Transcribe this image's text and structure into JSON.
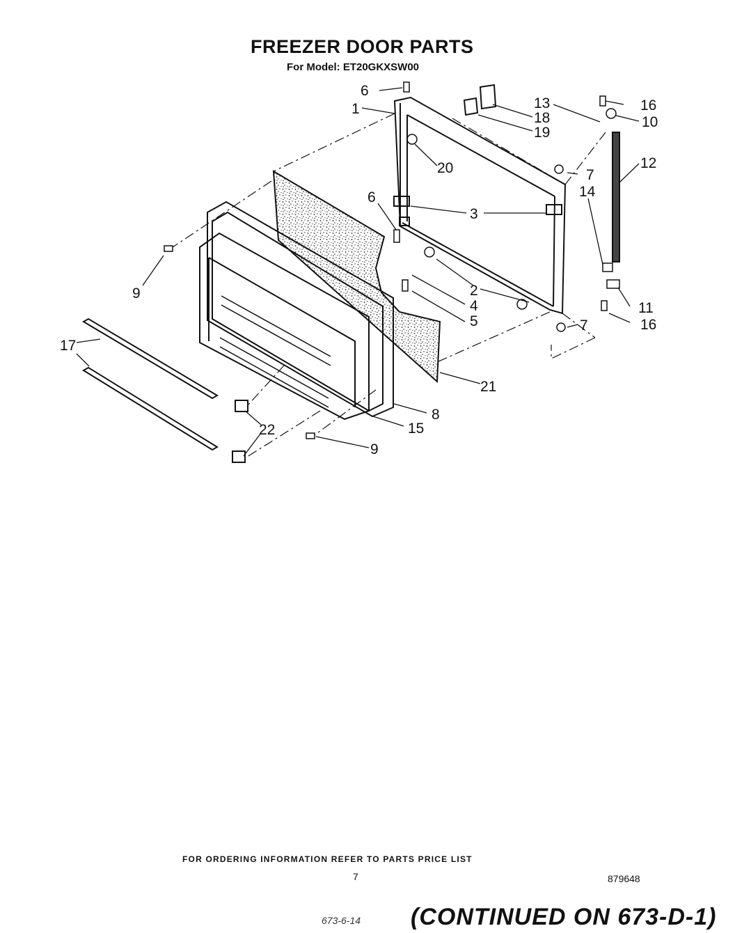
{
  "header": {
    "title": "FREEZER DOOR PARTS",
    "subtitle": "For Model: ET20GKXSW00"
  },
  "callouts": [
    "1",
    "2",
    "3",
    "4",
    "5",
    "6",
    "6",
    "7",
    "7",
    "8",
    "9",
    "9",
    "10",
    "11",
    "12",
    "13",
    "14",
    "15",
    "16",
    "16",
    "17",
    "18",
    "19",
    "20",
    "21",
    "22"
  ],
  "footer": {
    "ordering_note": "FOR ORDERING INFORMATION REFER TO PARTS PRICE LIST",
    "page_number": "7",
    "document_number": "879648",
    "handwritten_note": "673-6-14",
    "continued_note": "(CONTINUED ON 673-D-1)"
  },
  "colors": {
    "ink": "#111111",
    "paper": "#ffffff"
  }
}
